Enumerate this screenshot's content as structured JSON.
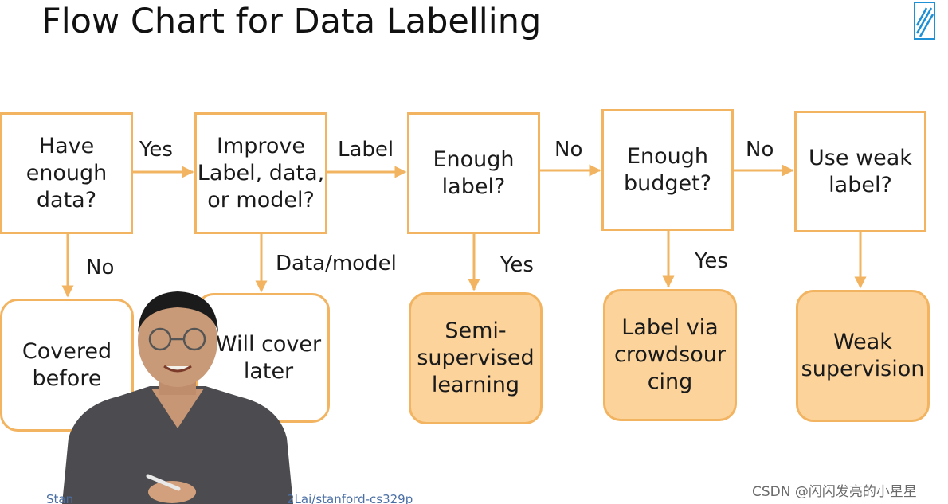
{
  "slide": {
    "title": "Flow Chart for Data Labelling"
  },
  "nodes": {
    "have_enough_data": "Have\nenough\ndata?",
    "improve": "Improve\nLabel, data,\nor model?",
    "enough_label": "Enough\nlabel?",
    "enough_budget": "Enough\nbudget?",
    "use_weak_label": "Use weak\nlabel?",
    "covered_before": "Covered\nbefore",
    "will_cover_later": "Will cover\nlater",
    "semi_supervised": "Semi-\nsupervised\nlearning",
    "label_via_crowdsourcing": "Label via\ncrowdsour\ncing",
    "weak_supervision": "Weak\nsupervision"
  },
  "edges": {
    "yes_1": "Yes",
    "label": "Label",
    "no_1": "No",
    "no_2": "No",
    "no_3": "No",
    "data_model": "Data/model",
    "yes_2": "Yes",
    "yes_3": "Yes"
  },
  "footer": {
    "left_text": "Stan",
    "mid_text": "2Lai/stanford-cs329p",
    "watermark": "CSDN @闪闪发亮的小星星"
  },
  "colors": {
    "border": "#f2b461",
    "fill": "#fbd39b",
    "arrow": "#f2b461",
    "logo": "#1e90d6"
  },
  "icons": {
    "logo": "corner-logo-icon",
    "presenter": "presenter-video"
  }
}
